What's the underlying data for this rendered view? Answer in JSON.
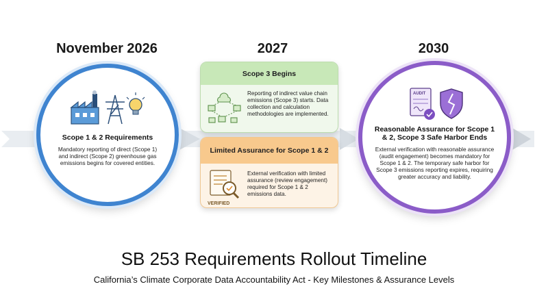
{
  "milestones": [
    {
      "year": "November 2026",
      "title": "Scope 1 & 2 Requirements",
      "body": "Mandatory reporting of direct (Scope 1) and indirect (Scope 2) greenhouse gas emissions begins for covered entities."
    },
    {
      "year": "2027",
      "cards": [
        {
          "title": "Scope 3 Begins",
          "body": "Reporting of indirect value chain emissions (Scope 3) starts. Data collection and calculation methodologies are implemented."
        },
        {
          "title": "Limited Assurance for Scope 1 & 2",
          "body": "External verification with limited assurance (review engagement) required for Scope 1 & 2 emissions data.",
          "stamp": "VERIFIED"
        }
      ]
    },
    {
      "year": "2030",
      "title": "Reasonable Assurance for Scope 1 & 2, Scope 3 Safe Harbor Ends",
      "body": "External verification with reasonable assurance (audit engagement) becomes mandatory for Scope 1 & 2. The temporary safe harbor for Scope 3 emissions reporting expires, requiring greater accuracy and liability.",
      "doc_label": "AUDIT"
    }
  ],
  "footer": {
    "title": "SB 253 Requirements Rollout Timeline",
    "subtitle": "California’s Climate Corporate Data Accountability Act - Key Milestones & Assurance Levels"
  },
  "icons": [
    "factory-icon",
    "power-tower-icon",
    "lightbulb-icon",
    "supply-chain-icon",
    "magnifier-document-icon",
    "audit-document-icon",
    "broken-shield-icon"
  ],
  "colors": {
    "blue": "#3f84d0",
    "green": "#c8e8b8",
    "orange": "#f8c98d",
    "purple": "#8b5cc8"
  }
}
